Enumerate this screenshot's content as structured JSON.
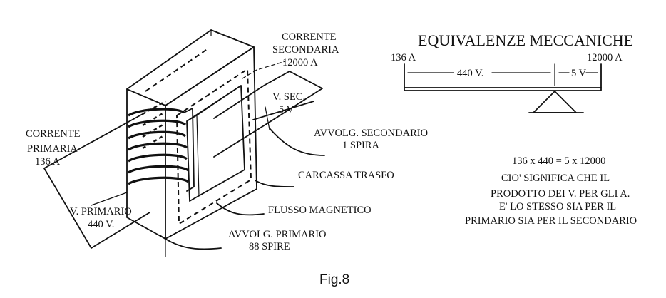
{
  "transformer": {
    "corrente_secondaria": [
      "CORRENTE",
      "SECONDARIA",
      "12000 A"
    ],
    "v_sec": [
      "V. SEC.",
      "5 V"
    ],
    "avvolg_secondario": [
      "AVVOLG. SECONDARIO",
      "1 SPIRA"
    ],
    "carcassa": "CARCASSA TRASFO",
    "flusso": "FLUSSO MAGNETICO",
    "avvolg_primario": [
      "AVVOLG. PRIMARIO",
      "88 SPIRE"
    ],
    "corrente_primaria": [
      "CORRENTE",
      "PRIMARIA",
      "136 A"
    ],
    "v_primario": [
      "V. PRIMARIO",
      "440 V."
    ]
  },
  "mechanics": {
    "title": "EQUIVALENZE MECCANICHE",
    "left_current": "136 A",
    "right_current": "12000 A",
    "left_arm": "440 V.",
    "right_arm": "5 V",
    "formula": "136 x 440 = 5 x 12000",
    "explanation": [
      "CIO' SIGNIFICA CHE IL",
      "PRODOTTO DEI V. PER GLI A.",
      "E' LO STESSO SIA PER IL",
      "PRIMARIO SIA PER IL SECONDARIO"
    ]
  },
  "caption": "Fig.8"
}
